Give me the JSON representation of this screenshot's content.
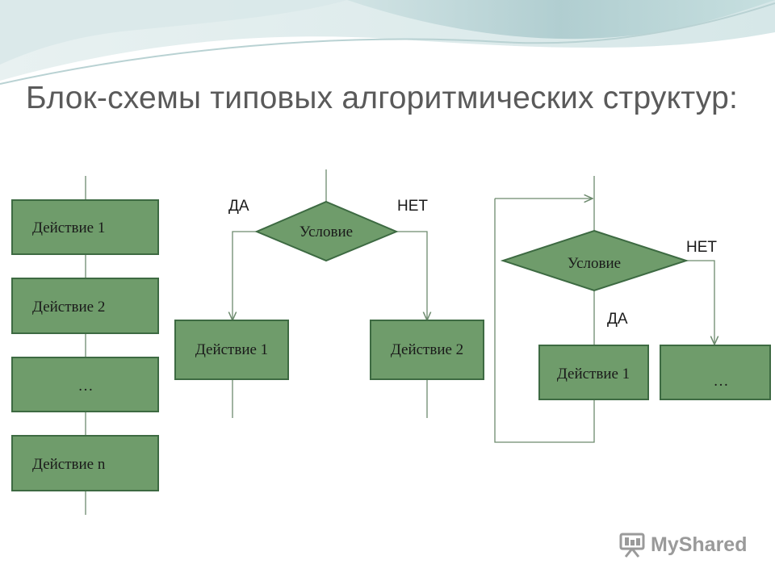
{
  "slide": {
    "title": "Блок-схемы типовых алгоритмических структур:"
  },
  "linear": {
    "steps": [
      "Действие 1",
      "Действие 2",
      "…",
      "Действие n"
    ]
  },
  "branch": {
    "condition": "Условие",
    "yes_label": "ДА",
    "no_label": "НЕТ",
    "yes_action": "Действие 1",
    "no_action": "Действие 2"
  },
  "loop": {
    "condition": "Условие",
    "yes_label": "ДА",
    "no_label": "НЕТ",
    "body_action": "Действие 1",
    "exit_action": "…"
  },
  "watermark": {
    "text": "MyShared"
  },
  "colors": {
    "block_fill": "#6f9c6b",
    "block_border": "#3d6a42",
    "connector": "#6d8a6e",
    "title_text": "#5a5a5a"
  }
}
